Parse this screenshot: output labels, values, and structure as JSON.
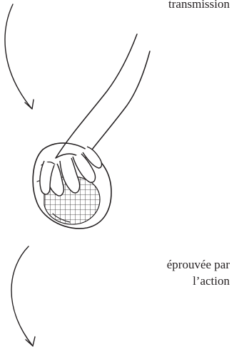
{
  "captions": {
    "top_fragment": "transmission",
    "bottom_line_1": "éprouvée par",
    "bottom_line_2": "l’action"
  },
  "colors": {
    "ink": "#231f20",
    "background": "#ffffff"
  }
}
